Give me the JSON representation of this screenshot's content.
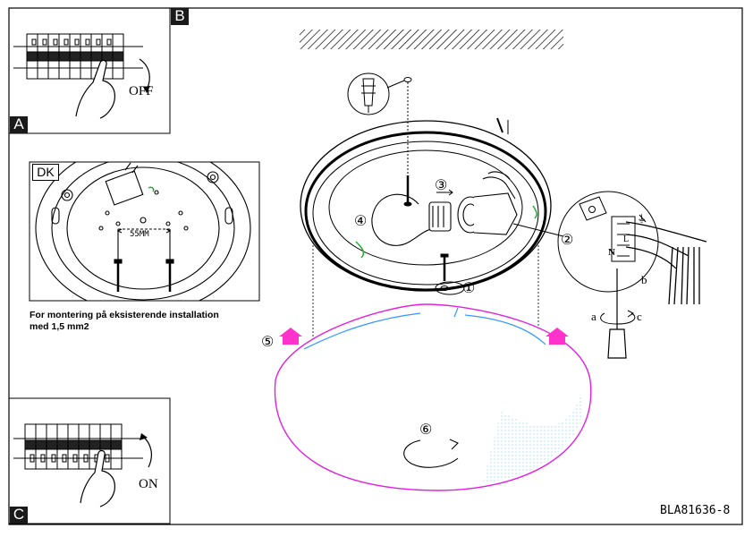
{
  "panels": {
    "a_label": "A",
    "b_label": "B",
    "c_label": "C",
    "off_label": "OFF",
    "on_label": "ON",
    "dk_label": "DK",
    "spacing_label": "55MM"
  },
  "caption": {
    "line1": "For montering på  eksisterende installation",
    "line2": "med 1,5 mm2"
  },
  "steps": {
    "s1": "①",
    "s2": "②",
    "s3": "③",
    "s4": "④",
    "s5": "⑤",
    "s6": "⑥"
  },
  "wiring": {
    "n_label": "N",
    "l_label": "L",
    "a_label": "a",
    "b_label": "b",
    "c_label": "c",
    "earth_symbol": "⏚"
  },
  "reference": "BLA81636-8",
  "colors": {
    "diffuser_outline": "#e020e0",
    "arrow_magenta": "#ff33cc",
    "highlight_green": "#22aa33",
    "highlight_blue": "#3399ff"
  }
}
